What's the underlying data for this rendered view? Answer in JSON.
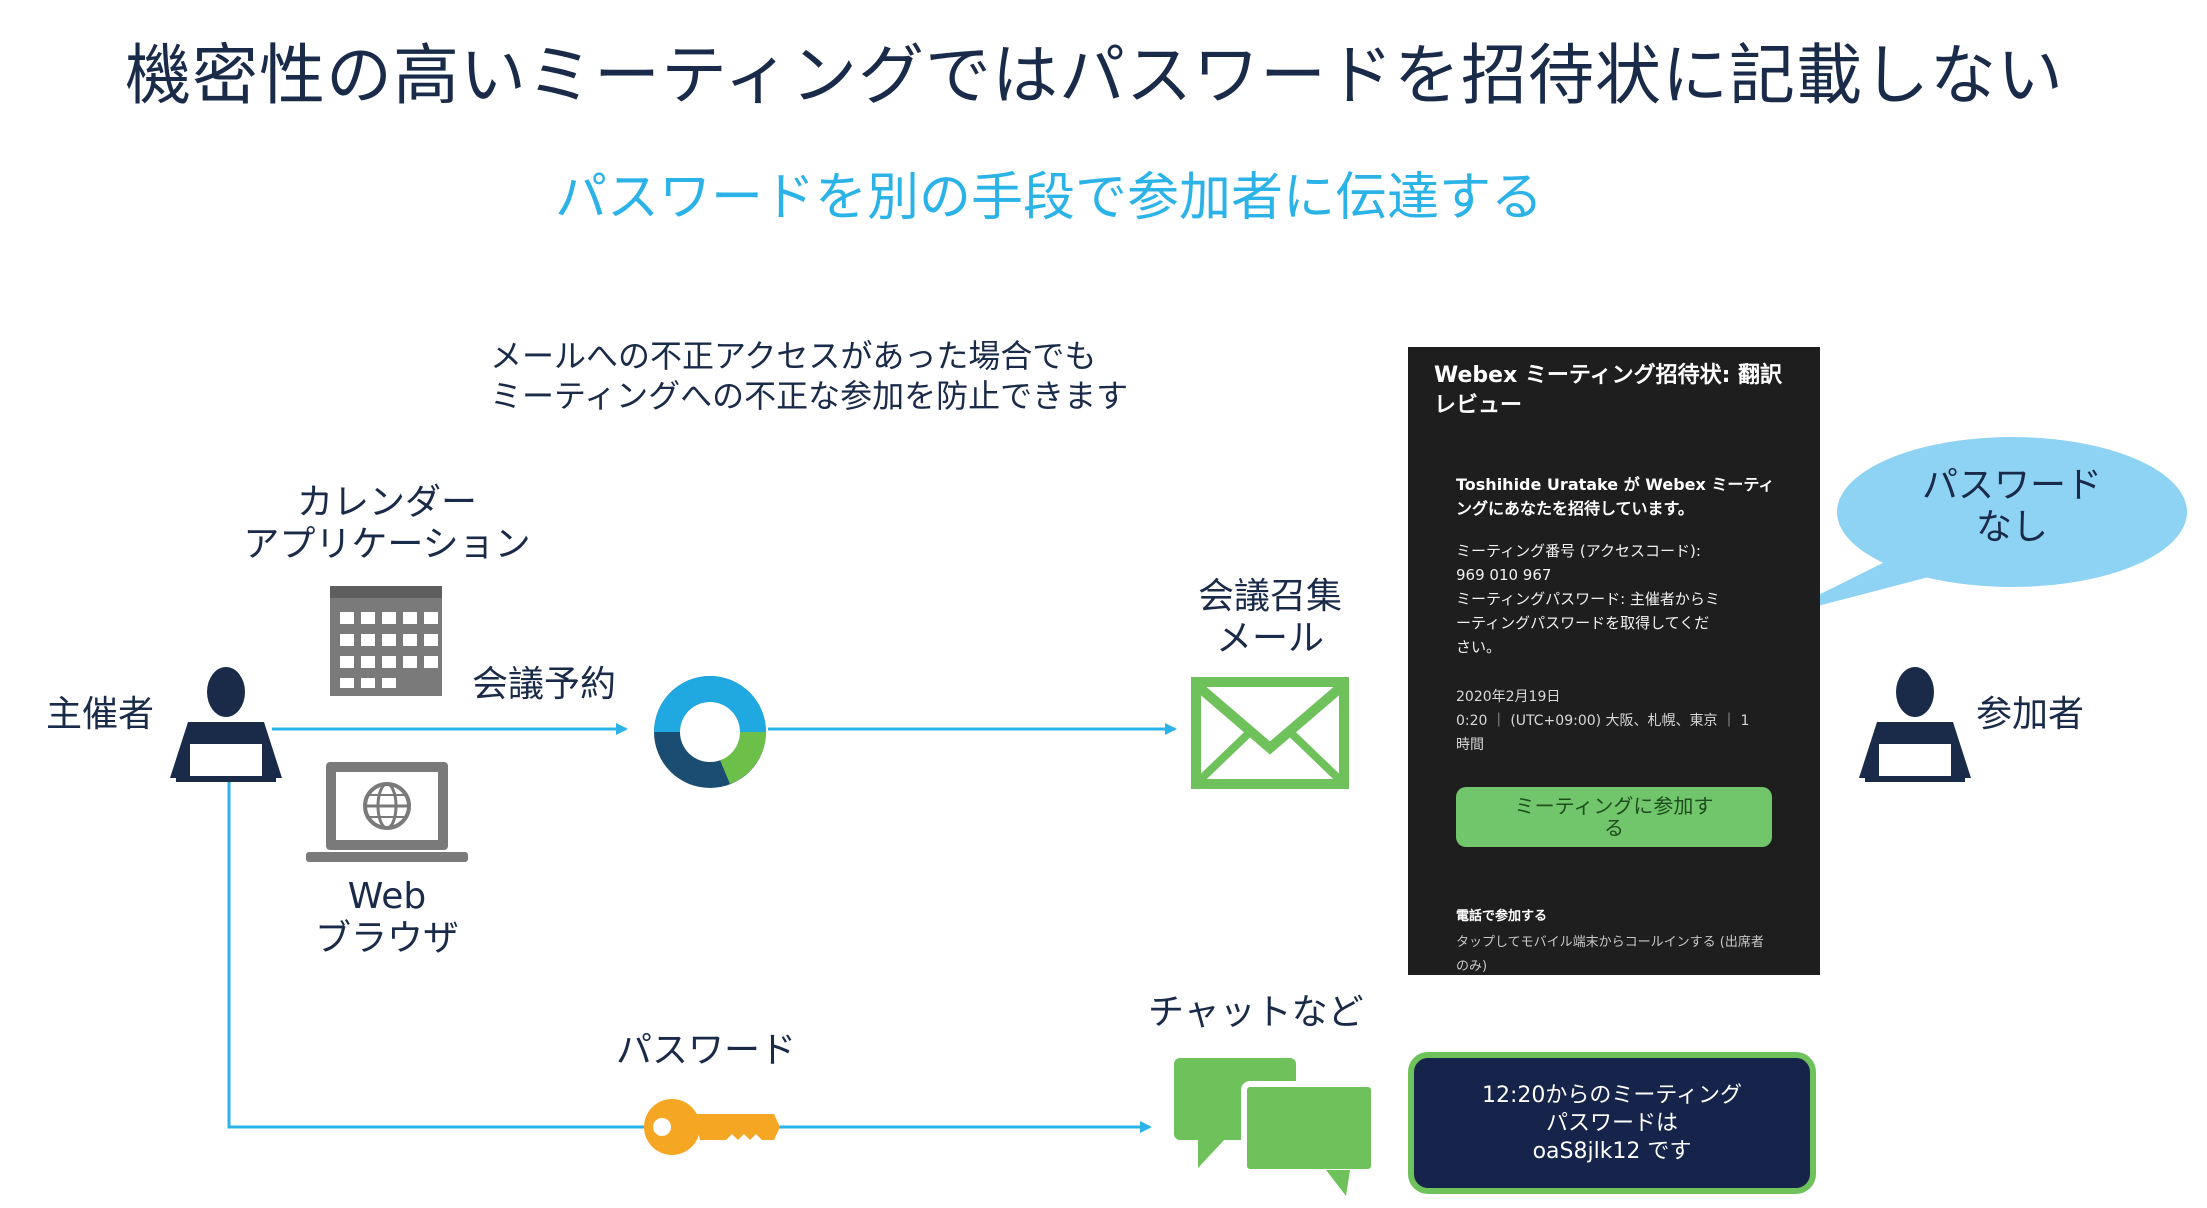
{
  "title": "機密性の高いミーティングではパスワードを招待状に記載しない",
  "subtitle": "パスワードを別の手段で参加者に伝達する",
  "note": [
    "メールへの不正アクセスがあった場合でも",
    "ミーティングへの不正な参加を防止できます"
  ],
  "organizer_label": "主催者",
  "participant_label": "参加者",
  "calendar_label": [
    "カレンダー",
    "アプリケーション"
  ],
  "browser_label": [
    "Web",
    "ブラウザ"
  ],
  "schedule_label": "会議予約",
  "invite_mail_label": [
    "会議召集",
    "メール"
  ],
  "password_label": "パスワード",
  "chat_label": "チャットなど",
  "bubble": [
    "パスワード",
    "なし"
  ],
  "email": {
    "title": [
      "Webex ミーティング招待状: 翻訳",
      "レビュー"
    ],
    "invite_text": [
      "Toshihide Uratake が Webex ミーティ",
      "ングにあなたを招待しています。"
    ],
    "meeting_number_label": "ミーティング番号 (アクセスコード):",
    "meeting_number": "969 010 967",
    "password_line": [
      "ミーティングパスワード: 主催者からミ",
      "ーティングパスワードを取得してくだ",
      "さい。"
    ],
    "date": "2020年2月19日",
    "time_line": "0:20 ｜ (UTC+09:00) 大阪、札幌、東京 ｜ 1",
    "duration": "時間",
    "join_button": [
      "ミーティングに参加す",
      "る"
    ],
    "phone_title": "電話で参加する",
    "phone_text": [
      "タップしてモバイル端末からコールインする (出席者",
      "のみ)"
    ]
  },
  "chat_message": [
    "12:20からのミーティング",
    "パスワードは",
    "oaS8jlk12 です"
  ],
  "colors": {
    "navy": "#1a2b4a",
    "accent_blue": "#2bb3e8",
    "green": "#6fc15b",
    "key_orange": "#f5a623",
    "bubble_blue": "#8fd3f4",
    "arrow": "#2bb3e8"
  }
}
